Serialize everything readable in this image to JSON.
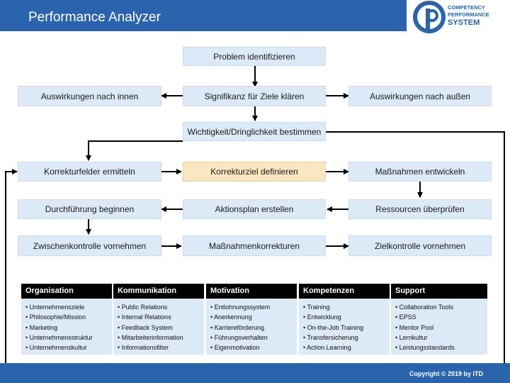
{
  "header": {
    "title": "Performance Analyzer",
    "logo_text": [
      "COMPETENCY",
      "PERFORMANCE",
      "SYSTEM"
    ],
    "bar_color": "#2a64ad"
  },
  "flow": {
    "problem": "Problem identifizieren",
    "impact_inside": "Auswirkungen nach innen",
    "significance": "Signifikanz für Ziele klären",
    "impact_outside": "Auswirkungen nach außen",
    "urgency": "Wichtigkeit/Dringlichkeit bestimmen",
    "correction_fields": "Korrekturfelder ermitteln",
    "correction_goal": "Korrekturziel definieren",
    "measures": "Maßnahmen entwickeln",
    "start": "Durchführung beginnen",
    "action_plan": "Aktionsplan erstellen",
    "resources": "Ressourcen überprüfen",
    "interim_check": "Zwischenkontrolle vornehmen",
    "measure_corrections": "Maßnahmenkorrekturen",
    "goal_check": "Zielkontrolle vornehmen"
  },
  "categories": [
    {
      "title": "Organisation",
      "items": [
        "• Unternehmensziele",
        "• Philosophie/Mission",
        "• Marketing",
        "• Unternehmensstruktur",
        "• Unternehmenskultur"
      ]
    },
    {
      "title": "Kommunikation",
      "items": [
        "• Public Relations",
        "• Internal Relations",
        "• Feedback System",
        "• Mitarbeiterinformation",
        "• Informationsfilter"
      ]
    },
    {
      "title": "Motivation",
      "items": [
        "• Entlohnungssystem",
        "• Anerkennung",
        "• Karriereförderung",
        "• Führungsverhalten",
        "• Eigenmotivation"
      ]
    },
    {
      "title": "Kompetenzen",
      "items": [
        "• Training",
        "• Entwicklung",
        "• On-the-Job Training",
        "• Transfersicherung",
        "• Action Learning"
      ]
    },
    {
      "title": "Support",
      "items": [
        "• Collaboration Tools",
        "• EPSS",
        "• Mentor Pool",
        "• Lernkultur",
        "• Leistungsstandards"
      ]
    }
  ],
  "footer": {
    "copyright": "Copyright © 2019 by ITD"
  }
}
